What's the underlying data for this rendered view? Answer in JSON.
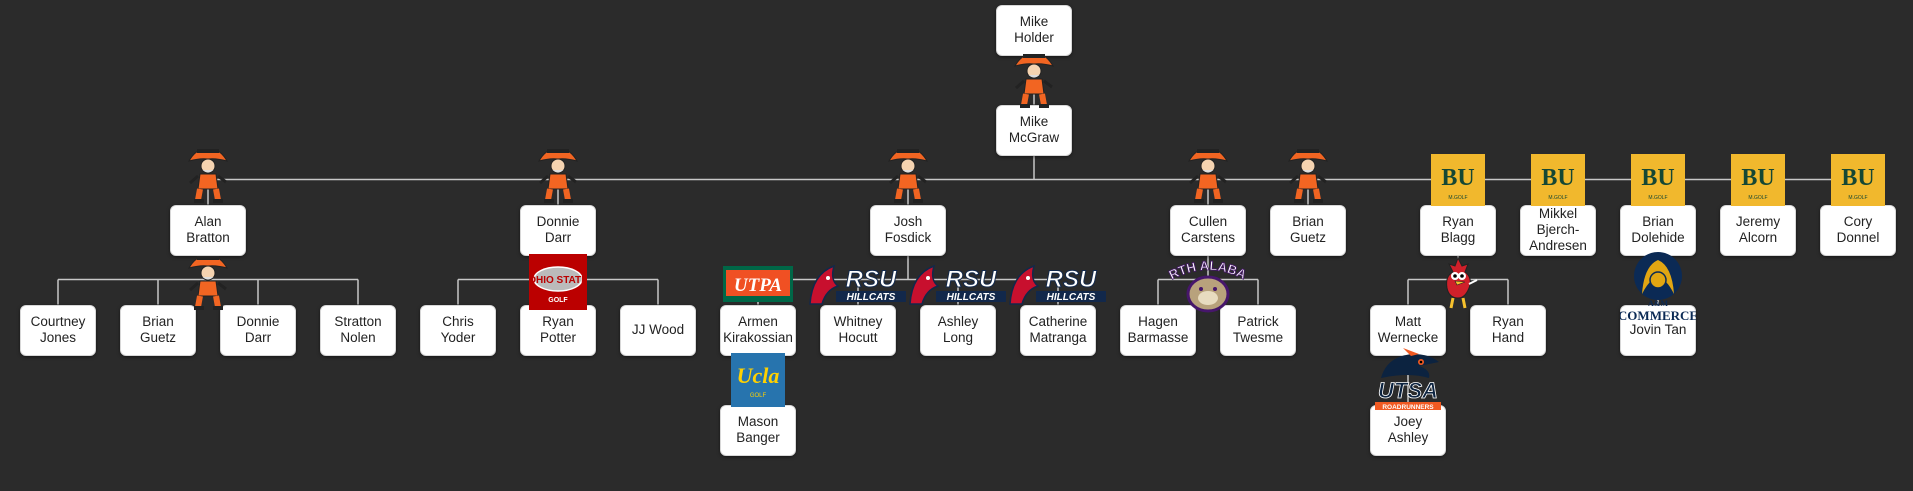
{
  "tree": {
    "nodes": [
      {
        "id": "mike-holder",
        "name": "Mike\nHolder"
      },
      {
        "id": "mike-mcgraw",
        "name": "Mike\nMcGraw"
      },
      {
        "id": "alan-bratton",
        "name": "Alan\nBratton"
      },
      {
        "id": "donnie-darr",
        "name": "Donnie\nDarr"
      },
      {
        "id": "josh-fosdick",
        "name": "Josh\nFosdick"
      },
      {
        "id": "cullen-carstens",
        "name": "Cullen\nCarstens"
      },
      {
        "id": "brian-guetz",
        "name": "Brian\nGuetz"
      },
      {
        "id": "ryan-blagg",
        "name": "Ryan\nBlagg"
      },
      {
        "id": "mikkel-bjerch-andresen",
        "name": "Mikkel\nBjerch-\nAndresen"
      },
      {
        "id": "brian-dolehide",
        "name": "Brian\nDolehide"
      },
      {
        "id": "jeremy-alcorn",
        "name": "Jeremy\nAlcorn"
      },
      {
        "id": "cory-donnel",
        "name": "Cory\nDonnel"
      },
      {
        "id": "courtney-jones",
        "name": "Courtney\nJones"
      },
      {
        "id": "brian-guetz-2",
        "name": "Brian\nGuetz"
      },
      {
        "id": "donnie-darr-2",
        "name": "Donnie\nDarr"
      },
      {
        "id": "stratton-nolen",
        "name": "Stratton\nNolen"
      },
      {
        "id": "chris-yoder",
        "name": "Chris\nYoder"
      },
      {
        "id": "ryan-potter",
        "name": "Ryan\nPotter"
      },
      {
        "id": "jj-wood",
        "name": "JJ Wood"
      },
      {
        "id": "armen-kirakossian",
        "name": "Armen\nKirakossian"
      },
      {
        "id": "whitney-hocutt",
        "name": "Whitney\nHocutt"
      },
      {
        "id": "ashley-long",
        "name": "Ashley\nLong"
      },
      {
        "id": "catherine-matranga",
        "name": "Catherine\nMatranga"
      },
      {
        "id": "hagen-barmasse",
        "name": "Hagen\nBarmasse"
      },
      {
        "id": "patrick-twesme",
        "name": "Patrick\nTwesme"
      },
      {
        "id": "matt-wernecke",
        "name": "Matt\nWernecke"
      },
      {
        "id": "ryan-hand",
        "name": "Ryan\nHand"
      },
      {
        "id": "jovin-tan",
        "name": "Jovin Tan"
      },
      {
        "id": "mason-banger",
        "name": "Mason\nBanger"
      },
      {
        "id": "joey-ashley",
        "name": "Joey\nAshley"
      }
    ],
    "edges": [
      [
        "mike-holder",
        "mike-mcgraw"
      ],
      [
        "mike-mcgraw",
        "alan-bratton"
      ],
      [
        "mike-mcgraw",
        "donnie-darr"
      ],
      [
        "mike-mcgraw",
        "josh-fosdick"
      ],
      [
        "mike-mcgraw",
        "cullen-carstens"
      ],
      [
        "mike-mcgraw",
        "brian-guetz"
      ],
      [
        "mike-mcgraw",
        "ryan-blagg"
      ],
      [
        "mike-mcgraw",
        "mikkel-bjerch-andresen"
      ],
      [
        "mike-mcgraw",
        "brian-dolehide"
      ],
      [
        "mike-mcgraw",
        "jeremy-alcorn"
      ],
      [
        "mike-mcgraw",
        "cory-donnel"
      ],
      [
        "alan-bratton",
        "courtney-jones"
      ],
      [
        "alan-bratton",
        "brian-guetz-2"
      ],
      [
        "alan-bratton",
        "donnie-darr-2"
      ],
      [
        "alan-bratton",
        "stratton-nolen"
      ],
      [
        "donnie-darr",
        "chris-yoder"
      ],
      [
        "donnie-darr",
        "ryan-potter"
      ],
      [
        "donnie-darr",
        "jj-wood"
      ],
      [
        "josh-fosdick",
        "armen-kirakossian"
      ],
      [
        "josh-fosdick",
        "whitney-hocutt"
      ],
      [
        "josh-fosdick",
        "ashley-long"
      ],
      [
        "josh-fosdick",
        "catherine-matranga"
      ],
      [
        "cullen-carstens",
        "hagen-barmasse"
      ],
      [
        "cullen-carstens",
        "patrick-twesme"
      ],
      [
        "ryan-blagg",
        "matt-wernecke"
      ],
      [
        "ryan-blagg",
        "ryan-hand"
      ],
      [
        "brian-dolehide",
        "jovin-tan"
      ],
      [
        "armen-kirakossian",
        "mason-banger"
      ],
      [
        "matt-wernecke",
        "joey-ashley"
      ]
    ],
    "logos": [
      {
        "type": "pistol-pete-icon"
      },
      {
        "type": "pistol-pete-icon"
      },
      {
        "type": "pistol-pete-icon"
      },
      {
        "type": "pistol-pete-icon"
      },
      {
        "type": "pistol-pete-icon"
      },
      {
        "type": "pistol-pete-icon"
      },
      {
        "type": "pistol-pete-icon"
      },
      {
        "type": "baylor-logo",
        "text": "BU",
        "subtext": "M.GOLF"
      },
      {
        "type": "baylor-logo",
        "text": "BU",
        "subtext": "M.GOLF"
      },
      {
        "type": "baylor-logo",
        "text": "BU",
        "subtext": "M.GOLF"
      },
      {
        "type": "baylor-logo",
        "text": "BU",
        "subtext": "M.GOLF"
      },
      {
        "type": "baylor-logo",
        "text": "BU",
        "subtext": "M.GOLF"
      },
      {
        "type": "ohio-state-logo",
        "text": "OHIO STATE",
        "subtext": "GOLF"
      },
      {
        "type": "utpa-logo",
        "text": "UTPA"
      },
      {
        "type": "rsu-hillcats-logo",
        "text": "RSU",
        "subtext": "HILLCATS"
      },
      {
        "type": "rsu-hillcats-logo",
        "text": "RSU",
        "subtext": "HILLCATS"
      },
      {
        "type": "rsu-hillcats-logo",
        "text": "RSU",
        "subtext": "HILLCATS"
      },
      {
        "type": "north-alabama-logo",
        "text": "NORTH ALABAMA"
      },
      {
        "type": "redbird-icon"
      },
      {
        "type": "am-commerce-logo",
        "text": "A&M",
        "subtext": "COMMERCE"
      },
      {
        "type": "ucla-logo",
        "text": "Ucla",
        "subtext": "GOLF"
      },
      {
        "type": "utsa-logo",
        "text": "UTSA",
        "subtext": "ROADRUNNERS"
      }
    ]
  },
  "colors": {
    "background": "#2b2b2b",
    "connector": "#c8c8c8",
    "node_fill": "#ffffff",
    "osu_orange": "#f26522",
    "baylor_gold": "#f1b82d",
    "baylor_green": "#154734",
    "ohio_state_red": "#bb0000",
    "utpa_green": "#006747",
    "utpa_orange": "#f05023",
    "rsu_red": "#c8102e",
    "rsu_navy": "#12284b",
    "una_purple": "#46166b",
    "tamuc_blue": "#0b2a55",
    "tamuc_gold": "#e2a612",
    "ucla_blue": "#2774ae",
    "ucla_gold": "#ffd100",
    "utsa_blue": "#0c2340",
    "utsa_orange": "#f15a22"
  }
}
